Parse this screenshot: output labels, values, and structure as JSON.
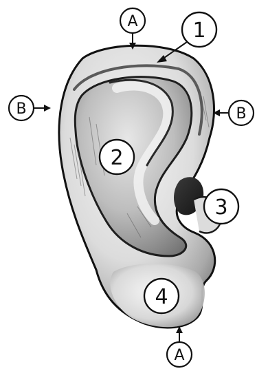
{
  "diagram": {
    "subject": "ear",
    "labels": {
      "a_top": "A",
      "a_bottom": "A",
      "b_left": "B",
      "b_right": "B",
      "n1": "1",
      "n2": "2",
      "n3": "3",
      "n4": "4"
    },
    "colors": {
      "ink": "#111111",
      "skin_light": "#eeeeee",
      "skin_mid": "#cfcfcf",
      "skin_dark": "#7a7a7a",
      "shadow": "#2a2a2a"
    }
  }
}
